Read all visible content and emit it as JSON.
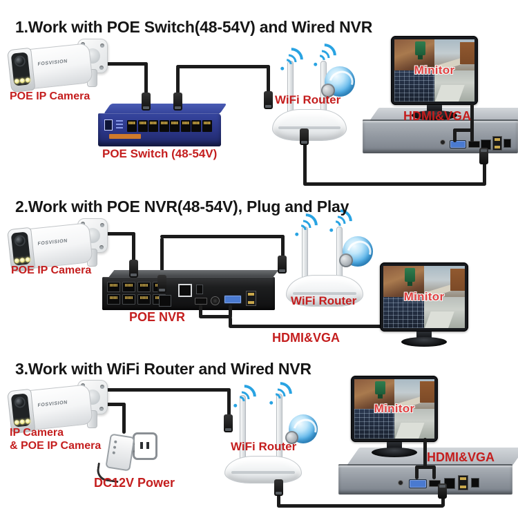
{
  "camera_brand": "FOSVISION",
  "colors": {
    "label_red": "#c41e1e",
    "minitor_red": "#e04040",
    "title_black": "#161616",
    "switch_blue": "#2a3585",
    "wifi_blue": "#29a3e2",
    "cable_black": "#1b1b1b"
  },
  "sections": [
    {
      "title": "1.Work with POE Switch(48-54V) and Wired NVR",
      "camera_label": "POE IP Camera",
      "switch_label": "POE Switch (48-54V)",
      "router_label": "WiFi Router",
      "monitor_label": "Minitor",
      "video_label": "HDMI&VGA"
    },
    {
      "title": "2.Work with POE NVR(48-54V), Plug and Play",
      "camera_label": "POE IP Camera",
      "nvr_label": "POE NVR",
      "router_label": "WiFi Router",
      "monitor_label": "Minitor",
      "video_label": "HDMI&VGA"
    },
    {
      "title": "3.Work with WiFi Router and Wired NVR",
      "camera_label_line1": "IP Camera",
      "camera_label_line2": "& POE IP Camera",
      "power_label": "DC12V Power",
      "router_label": "WiFi Router",
      "monitor_label": "Minitor",
      "video_label": "HDMI&VGA"
    }
  ]
}
